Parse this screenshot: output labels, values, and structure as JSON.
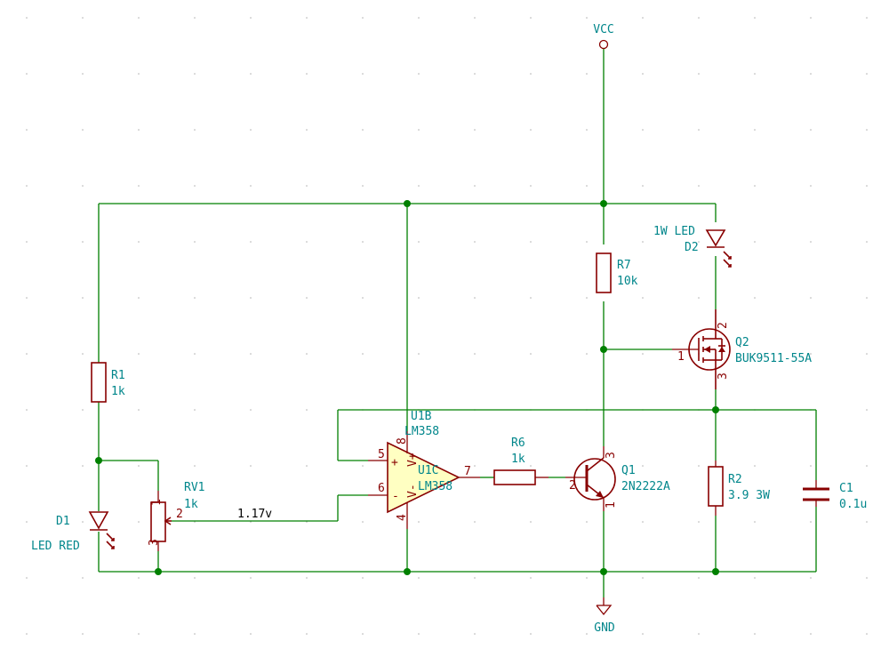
{
  "power": {
    "vcc": "VCC",
    "gnd": "GND"
  },
  "net_label": "1.17v",
  "components": {
    "r1": {
      "ref": "R1",
      "value": "1k"
    },
    "rv1": {
      "ref": "RV1",
      "value": "1k",
      "pins": [
        "1",
        "2",
        "3"
      ]
    },
    "d1": {
      "ref": "D1",
      "value": "LED RED"
    },
    "u1b": {
      "ref": "U1B",
      "value": "LM358",
      "pins": [
        "8",
        "4"
      ]
    },
    "u1c": {
      "ref": "U1C",
      "value": "LM358",
      "pins": [
        "5",
        "6",
        "7"
      ],
      "symbols": [
        "+",
        "-",
        "V+",
        "V-"
      ]
    },
    "r6": {
      "ref": "R6",
      "value": "1k"
    },
    "q1": {
      "ref": "Q1",
      "value": "2N2222A",
      "pins": [
        "3",
        "2",
        "1"
      ]
    },
    "r7": {
      "ref": "R7",
      "value": "10k"
    },
    "d2": {
      "ref": "D2",
      "value": "1W LED"
    },
    "q2": {
      "ref": "Q2",
      "value": "BUK9511-55A",
      "pins": [
        "2",
        "1",
        "3"
      ]
    },
    "r2": {
      "ref": "R2",
      "value": "3.9 3W"
    },
    "c1": {
      "ref": "C1",
      "value": "0.1u"
    }
  }
}
